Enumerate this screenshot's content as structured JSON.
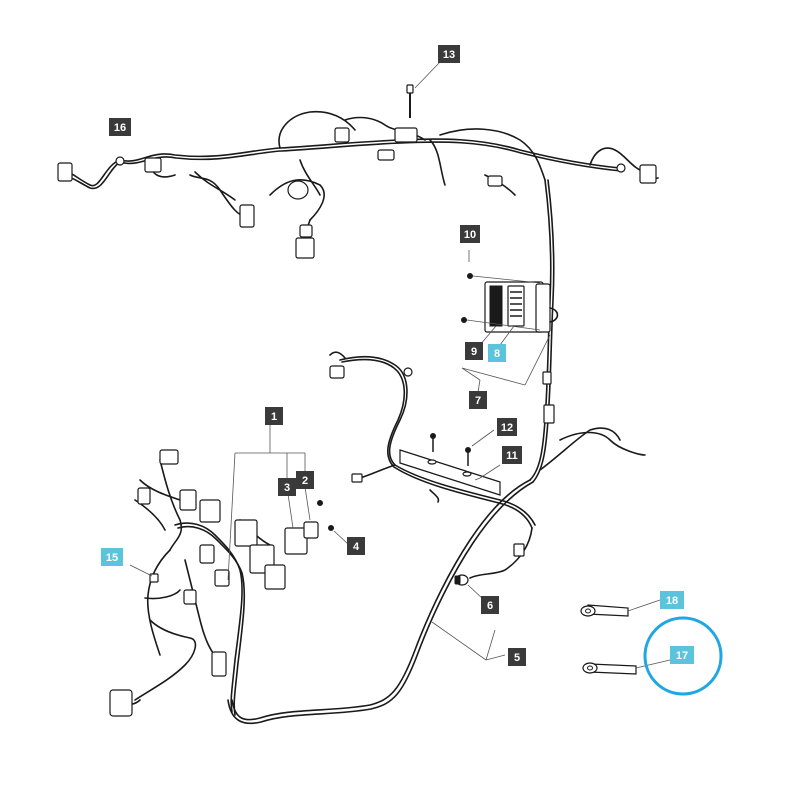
{
  "callouts": [
    {
      "num": "1",
      "style": "dark"
    },
    {
      "num": "2",
      "style": "dark"
    },
    {
      "num": "3",
      "style": "dark"
    },
    {
      "num": "4",
      "style": "dark"
    },
    {
      "num": "5",
      "style": "dark"
    },
    {
      "num": "6",
      "style": "dark"
    },
    {
      "num": "7",
      "style": "dark"
    },
    {
      "num": "8",
      "style": "highlight"
    },
    {
      "num": "9",
      "style": "dark"
    },
    {
      "num": "10",
      "style": "dark"
    },
    {
      "num": "11",
      "style": "dark"
    },
    {
      "num": "12",
      "style": "dark"
    },
    {
      "num": "13",
      "style": "dark"
    },
    {
      "num": "15",
      "style": "highlight"
    },
    {
      "num": "16",
      "style": "dark"
    },
    {
      "num": "17",
      "style": "highlight"
    },
    {
      "num": "18",
      "style": "highlight"
    }
  ],
  "colors": {
    "callout_dark": "#3a3a3a",
    "callout_highlight": "#5bc4dc",
    "highlight_ring": "#1ea7e1",
    "line": "#1a1a1a"
  },
  "highlighted_part": "17"
}
